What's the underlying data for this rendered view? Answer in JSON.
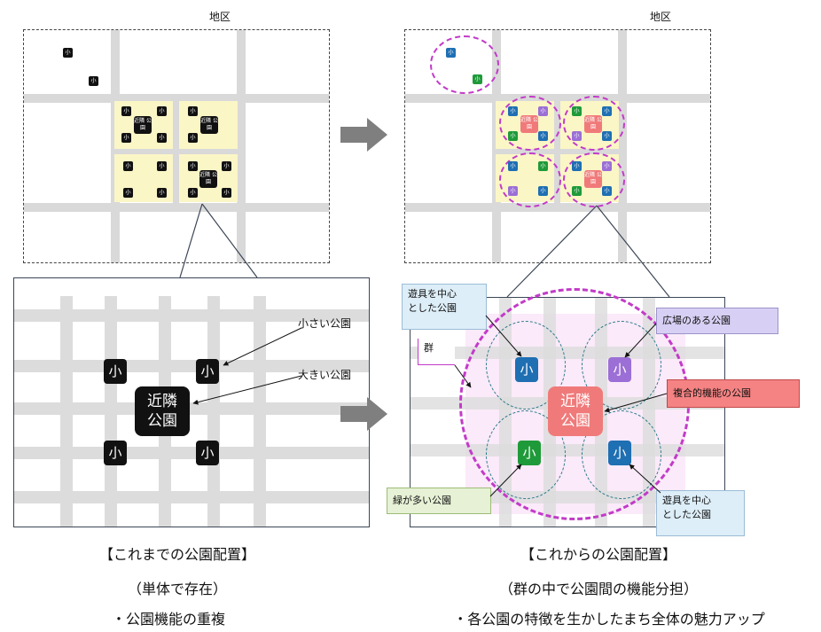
{
  "district_label_left": "地区",
  "district_label_right": "地区",
  "mini_small": "小",
  "mini_neighborhood": "近隣\n公園",
  "left_detail": {
    "small_label": "小",
    "neighborhood_label": "近隣\n公園",
    "label_small_park": "小さい公園",
    "label_large_park": "大きい公園"
  },
  "right_detail": {
    "group_label": "群",
    "callout_playground_top": "遊具を中心\nとした公園",
    "callout_plaza": "広場のある公園",
    "callout_multifunction": "複合的機能の公園",
    "callout_green": "緑が多い公園",
    "callout_playground_bottom": "遊具を中心\nとした公園",
    "small_label": "小",
    "neighborhood_label": "近隣\n公園"
  },
  "captions": {
    "left_title": "【これまでの公園配置】",
    "left_sub": "（単体で存在）",
    "left_point": "・公園機能の重複",
    "right_title": "【これからの公園配置】",
    "right_sub": "（群の中で公園間の機能分担）",
    "right_point": "・各公園の特徴を生かしたまち全体の魅力アップ"
  },
  "colors": {
    "black_park": "#111111",
    "blue_park": "#1f6fb3",
    "purple_park": "#9b6fd6",
    "green_park": "#1f9a3a",
    "pink_park": "#f07a7a",
    "group_ring": "#c23bc8",
    "sub_ring": "#2a7a8a",
    "arrow_gray": "#7f7f7f"
  }
}
